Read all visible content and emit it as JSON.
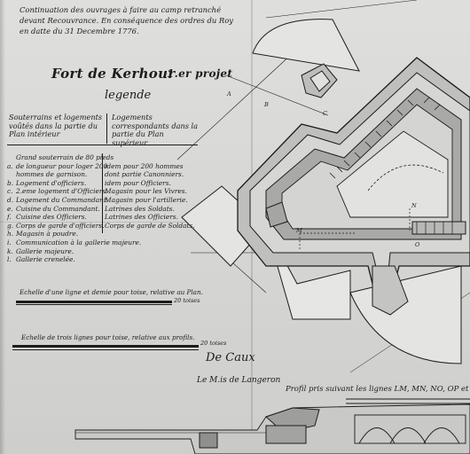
{
  "header": {
    "line1": "Continuation des ouvrages à faire au camp retranché",
    "line2": "devant Recouvrance. En conséquence des ordres du Roy",
    "line3": "en datte du 31 Decembre 1776."
  },
  "title": {
    "main": "Fort de Kerhour",
    "project": "1.er projet"
  },
  "legend": {
    "heading": "legende",
    "col_left": "Souterrains et logements voûtés dans la partie du Plan intérieur",
    "col_right": "Logements correspondants dans la partie du Plan supérieur",
    "items": [
      {
        "key": "",
        "left": "Grand souterrain de 80 pieds",
        "right": ""
      },
      {
        "key": "a.",
        "left": "de longueur pour loger 200",
        "right": "idem pour 200 hommes"
      },
      {
        "key": "",
        "left": "hommes de garnison.",
        "right": "dont partie Canonniers."
      },
      {
        "key": "b.",
        "left": "Logement d'officiers.",
        "right": "idem pour Officiers."
      },
      {
        "key": "c.",
        "left": "2.eme logement d'Officiers.",
        "right": "Magasin pour les Vivres."
      },
      {
        "key": "d.",
        "left": "Logement du Commandant.",
        "right": "Magasin pour l'artillerie."
      },
      {
        "key": "e.",
        "left": "Cuisine du Commandant.",
        "right": "Latrines des Soldats."
      },
      {
        "key": "f.",
        "left": "Cuisine des Officiers.",
        "right": "Latrines des Officiers."
      },
      {
        "key": "g.",
        "left": "Corps de garde d'officiers.",
        "right": "Corps de garde de Soldats."
      },
      {
        "key": "h.",
        "left": "Magasin à poudre.",
        "right": ""
      },
      {
        "key": "i.",
        "left": "Communication à la gallerie majeure.",
        "right": ""
      },
      {
        "key": "k.",
        "left": "Gallerie majeure.",
        "right": ""
      },
      {
        "key": "l.",
        "left": "Gallerie crenelée.",
        "right": ""
      }
    ]
  },
  "scales": {
    "scale1": "Echelle d'une ligne et demie pour toise, relative au Plan.",
    "scale1_unit": "20 toises",
    "scale2": "Echelle de trois lignes pour toise, relative aux profils.",
    "scale2_unit": "20 toises"
  },
  "signatures": {
    "sig1": "De Caux",
    "sig2": "Le M.is de Langeron"
  },
  "profile": {
    "label": "Profil pris suivant les lignes LM, MN, NO, OP et PQ"
  },
  "plan_labels": {
    "m": "M",
    "n": "N",
    "o": "O",
    "a": "A",
    "b": "B",
    "c": "C"
  },
  "colors": {
    "paper": "#d9d9d7",
    "ink": "#1c1c1c",
    "shade": "#8a8a88"
  }
}
